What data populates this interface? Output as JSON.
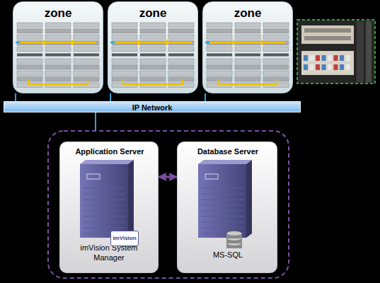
{
  "diagram": {
    "nodes": [
      {
        "text": [
          "zone"
        ]
      },
      {
        "text": [
          "zone"
        ]
      },
      {
        "text": [
          "zone"
        ]
      },
      {
        "text": [
          "IP Network"
        ]
      },
      {
        "text": [
          "Application Server",
          "imVision System Manager"
        ]
      },
      {
        "text": [
          "Database Server",
          "MS-SQL"
        ]
      }
    ],
    "edges": [
      {
        "from": 0,
        "to": 3,
        "arrow": "none"
      },
      {
        "from": 1,
        "to": 3,
        "arrow": "none"
      },
      {
        "from": 2,
        "to": 3,
        "arrow": "none"
      },
      {
        "from": 4,
        "to": 5,
        "arrow": "both"
      }
    ],
    "labels": [
      "imVision"
    ]
  }
}
